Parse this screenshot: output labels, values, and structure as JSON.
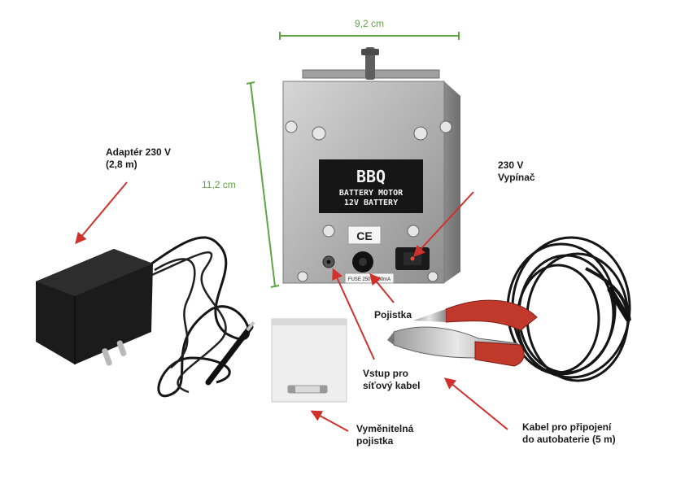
{
  "dimensions": {
    "width_label": "9,2 cm",
    "height_label": "11,2 cm"
  },
  "device": {
    "plate_line1": "BBQ",
    "plate_line2": "BATTERY MOTOR",
    "plate_line3": "12V BATTERY",
    "ce_mark": "CE",
    "fuse_label": "FUSE 250V 630mA"
  },
  "callouts": {
    "adapter_line1": "Adaptér 230 V",
    "adapter_line2": "(2,8 m)",
    "switch_line1": "230 V",
    "switch_line2": "Vypínač",
    "fuse": "Pojistka",
    "input_line1": "Vstup pro",
    "input_line2": "síťový kabel",
    "spare_fuse_line1": "Vyměnitelná",
    "spare_fuse_line2": "pojistka",
    "cable_line1": "Kabel pro připojení",
    "cable_line2": "do autobaterie (5 m)"
  },
  "colors": {
    "arrow": "#d0312d",
    "dimension": "#5fa544",
    "steel": "#b8b8b8",
    "clip_red": "#c0392b"
  }
}
